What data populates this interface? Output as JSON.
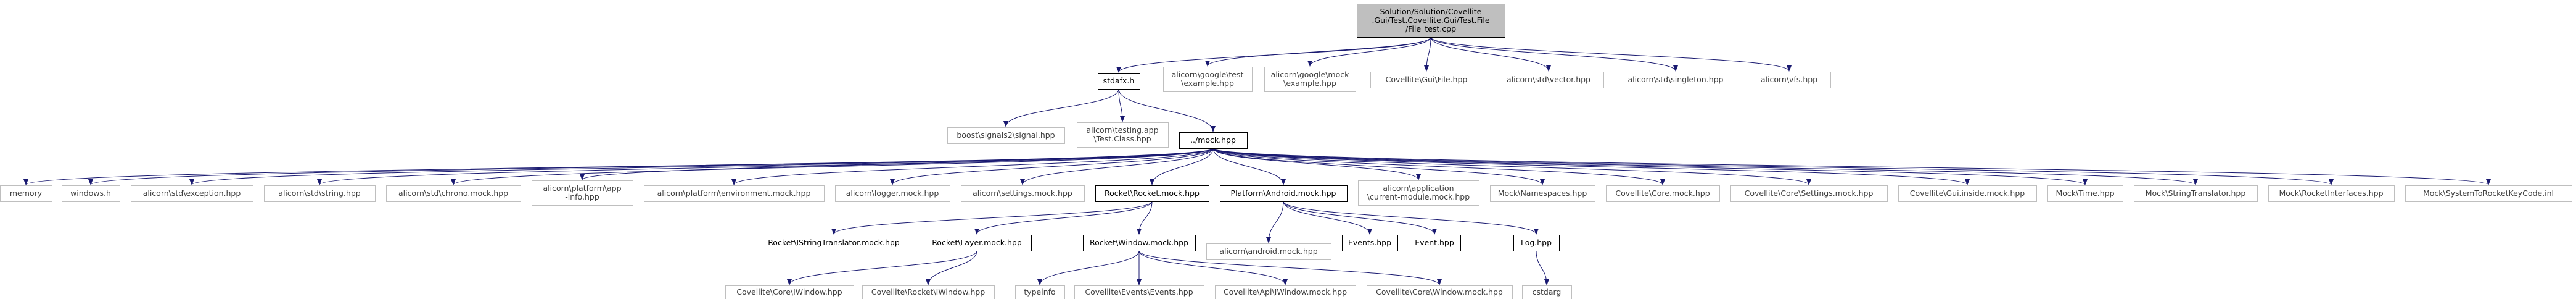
{
  "colors": {
    "edge": "#191970",
    "root_fill": "#bfbfbf",
    "root_stroke": "#000000",
    "linked_stroke": "#000000",
    "leaf_stroke": "#bfbfbf",
    "text": "#000000",
    "leaf_text": "#404040"
  },
  "nodes": [
    {
      "id": "root",
      "kind": "root",
      "lines": [
        "Solution/Solution/Covellite",
        ".Gui/Test.Covellite.Gui/Test.File",
        "/File_test.cpp"
      ]
    },
    {
      "id": "stdafx",
      "kind": "linked",
      "lines": [
        "stdafx.h"
      ]
    },
    {
      "id": "gtest_example",
      "kind": "leaf",
      "lines": [
        "alicorn\\google\\test",
        "\\example.hpp"
      ]
    },
    {
      "id": "gmock_example",
      "kind": "leaf",
      "lines": [
        "alicorn\\google\\mock",
        "\\example.hpp"
      ]
    },
    {
      "id": "gui_file",
      "kind": "leaf",
      "lines": [
        "Covellite\\Gui\\File.hpp"
      ]
    },
    {
      "id": "std_vector",
      "kind": "leaf",
      "lines": [
        "alicorn\\std\\vector.hpp"
      ]
    },
    {
      "id": "std_singleton",
      "kind": "leaf",
      "lines": [
        "alicorn\\std\\singleton.hpp"
      ]
    },
    {
      "id": "vfs",
      "kind": "leaf",
      "lines": [
        "alicorn\\vfs.hpp"
      ]
    },
    {
      "id": "boost_signal",
      "kind": "leaf",
      "lines": [
        "boost\\signals2\\signal.hpp"
      ]
    },
    {
      "id": "testing_class",
      "kind": "leaf",
      "lines": [
        "alicorn\\testing.app",
        "\\Test.Class.hpp"
      ]
    },
    {
      "id": "mock",
      "kind": "linked",
      "lines": [
        "../mock.hpp"
      ]
    },
    {
      "id": "memory",
      "kind": "leaf",
      "lines": [
        "memory"
      ]
    },
    {
      "id": "windows",
      "kind": "leaf",
      "lines": [
        "windows.h"
      ]
    },
    {
      "id": "std_exception",
      "kind": "leaf",
      "lines": [
        "alicorn\\std\\exception.hpp"
      ]
    },
    {
      "id": "std_string",
      "kind": "leaf",
      "lines": [
        "alicorn\\std\\string.hpp"
      ]
    },
    {
      "id": "std_chrono",
      "kind": "leaf",
      "lines": [
        "alicorn\\std\\chrono.mock.hpp"
      ]
    },
    {
      "id": "platform_app_info",
      "kind": "leaf",
      "lines": [
        "alicorn\\platform\\app",
        "-info.hpp"
      ]
    },
    {
      "id": "platform_env",
      "kind": "leaf",
      "lines": [
        "alicorn\\platform\\environment.mock.hpp"
      ]
    },
    {
      "id": "logger",
      "kind": "leaf",
      "lines": [
        "alicorn\\logger.mock.hpp"
      ]
    },
    {
      "id": "settings",
      "kind": "leaf",
      "lines": [
        "alicorn\\settings.mock.hpp"
      ]
    },
    {
      "id": "rocket_rocket",
      "kind": "linked",
      "lines": [
        "Rocket\\Rocket.mock.hpp"
      ]
    },
    {
      "id": "platform_android",
      "kind": "linked",
      "lines": [
        "Platform\\Android.mock.hpp"
      ]
    },
    {
      "id": "app_current_module",
      "kind": "leaf",
      "lines": [
        "alicorn\\application",
        "\\current-module.mock.hpp"
      ]
    },
    {
      "id": "mock_namespaces",
      "kind": "leaf",
      "lines": [
        "Mock\\Namespaces.hpp"
      ]
    },
    {
      "id": "covellite_core_mock",
      "kind": "leaf",
      "lines": [
        "Covellite\\Core.mock.hpp"
      ]
    },
    {
      "id": "core_settings",
      "kind": "leaf",
      "lines": [
        "Covellite\\Core\\Settings.mock.hpp"
      ]
    },
    {
      "id": "gui_inside",
      "kind": "leaf",
      "lines": [
        "Covellite\\Gui.inside.mock.hpp"
      ]
    },
    {
      "id": "mock_time",
      "kind": "leaf",
      "lines": [
        "Mock\\Time.hpp"
      ]
    },
    {
      "id": "mock_string_translator",
      "kind": "leaf",
      "lines": [
        "Mock\\StringTranslator.hpp"
      ]
    },
    {
      "id": "mock_rocket_interfaces",
      "kind": "leaf",
      "lines": [
        "Mock\\RocketInterfaces.hpp"
      ]
    },
    {
      "id": "mock_system_to_rocket",
      "kind": "leaf",
      "lines": [
        "Mock\\SystemToRocketKeyCode.inl"
      ]
    },
    {
      "id": "rocket_istring",
      "kind": "linked",
      "lines": [
        "Rocket\\IStringTranslator.mock.hpp"
      ]
    },
    {
      "id": "rocket_layer",
      "kind": "linked",
      "lines": [
        "Rocket\\Layer.mock.hpp"
      ]
    },
    {
      "id": "rocket_window",
      "kind": "linked",
      "lines": [
        "Rocket\\Window.mock.hpp"
      ]
    },
    {
      "id": "android_mock",
      "kind": "leaf",
      "lines": [
        "alicorn\\android.mock.hpp"
      ]
    },
    {
      "id": "events_hpp",
      "kind": "linked",
      "lines": [
        "Events.hpp"
      ]
    },
    {
      "id": "event_hpp",
      "kind": "linked",
      "lines": [
        "Event.hpp"
      ]
    },
    {
      "id": "log_hpp",
      "kind": "linked",
      "lines": [
        "Log.hpp"
      ]
    },
    {
      "id": "core_iwindow",
      "kind": "leaf",
      "lines": [
        "Covellite\\Core\\IWindow.hpp"
      ]
    },
    {
      "id": "rocket_iwindow",
      "kind": "leaf",
      "lines": [
        "Covellite\\Rocket\\IWindow.hpp"
      ]
    },
    {
      "id": "typeinfo",
      "kind": "leaf",
      "lines": [
        "typeinfo"
      ]
    },
    {
      "id": "events_events",
      "kind": "leaf",
      "lines": [
        "Covellite\\Events\\Events.hpp"
      ]
    },
    {
      "id": "api_iwindow",
      "kind": "leaf",
      "lines": [
        "Covellite\\Api\\IWindow.mock.hpp"
      ]
    },
    {
      "id": "core_window",
      "kind": "leaf",
      "lines": [
        "Covellite\\Core\\Window.mock.hpp"
      ]
    },
    {
      "id": "cstdarg",
      "kind": "leaf",
      "lines": [
        "cstdarg"
      ]
    }
  ],
  "edges": [
    [
      "root",
      "stdafx"
    ],
    [
      "root",
      "gtest_example"
    ],
    [
      "root",
      "gmock_example"
    ],
    [
      "root",
      "gui_file"
    ],
    [
      "root",
      "std_vector"
    ],
    [
      "root",
      "std_singleton"
    ],
    [
      "root",
      "vfs"
    ],
    [
      "stdafx",
      "boost_signal"
    ],
    [
      "stdafx",
      "testing_class"
    ],
    [
      "stdafx",
      "mock"
    ],
    [
      "mock",
      "memory"
    ],
    [
      "mock",
      "windows"
    ],
    [
      "mock",
      "std_exception"
    ],
    [
      "mock",
      "std_string"
    ],
    [
      "mock",
      "std_chrono"
    ],
    [
      "mock",
      "platform_app_info"
    ],
    [
      "mock",
      "platform_env"
    ],
    [
      "mock",
      "logger"
    ],
    [
      "mock",
      "settings"
    ],
    [
      "mock",
      "rocket_rocket"
    ],
    [
      "mock",
      "platform_android"
    ],
    [
      "mock",
      "app_current_module"
    ],
    [
      "mock",
      "mock_namespaces"
    ],
    [
      "mock",
      "covellite_core_mock"
    ],
    [
      "mock",
      "core_settings"
    ],
    [
      "mock",
      "gui_inside"
    ],
    [
      "mock",
      "mock_time"
    ],
    [
      "mock",
      "mock_string_translator"
    ],
    [
      "mock",
      "mock_rocket_interfaces"
    ],
    [
      "mock",
      "mock_system_to_rocket"
    ],
    [
      "rocket_rocket",
      "rocket_istring"
    ],
    [
      "rocket_rocket",
      "rocket_layer"
    ],
    [
      "rocket_rocket",
      "rocket_window"
    ],
    [
      "platform_android",
      "android_mock"
    ],
    [
      "platform_android",
      "events_hpp"
    ],
    [
      "platform_android",
      "event_hpp"
    ],
    [
      "platform_android",
      "log_hpp"
    ],
    [
      "rocket_layer",
      "core_iwindow"
    ],
    [
      "rocket_layer",
      "rocket_iwindow"
    ],
    [
      "rocket_window",
      "typeinfo"
    ],
    [
      "rocket_window",
      "events_events"
    ],
    [
      "rocket_window",
      "api_iwindow"
    ],
    [
      "rocket_window",
      "core_window"
    ],
    [
      "log_hpp",
      "cstdarg"
    ]
  ]
}
